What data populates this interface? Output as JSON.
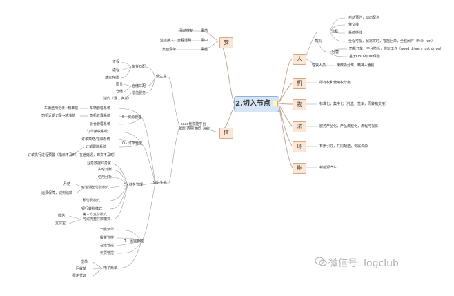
{
  "center": {
    "title": "2.切入节点"
  },
  "categories": {
    "an": "安",
    "xin": "信",
    "ren": "人",
    "ji": "机",
    "wu": "物",
    "fa": "法",
    "huan": "环",
    "neng": "能"
  },
  "an": {
    "items": [
      "事前",
      "事中",
      "事后"
    ],
    "details": [
      "事前控制",
      "监控接入，全程透明",
      "负面清单"
    ]
  },
  "ren": {
    "driver": "司机",
    "process": "流程",
    "process_items": [
      "自动预约，动态配点",
      "免交接",
      "系统持线",
      "全程可视，状态实时，智能回单，全程闭环（Milk run）"
    ],
    "operation": "经营",
    "operation_items": [
      "司机开车，平台揽活，游玩工作（good drivers just drive）",
      "基于OBD的UBI保险"
    ],
    "manager": "理货人员",
    "manager_item": "懒散协分离，精神+通勤"
  },
  "ji": {
    "item": "所有权和使用权分离"
  },
  "wu": {
    "item": "标准化，集中化（托盘，笼车，周转箱交接）"
  },
  "fa": {
    "item": "服务产品化，产品流程化，流程可视化"
  },
  "huan": {
    "item": "有序引导，共同配送，专属资源"
  },
  "neng": {
    "item": "新能源汽车"
  },
  "xin": {
    "saas": "saas化赋能平台",
    "saas_sub": "赋能 透明 协同 沉积",
    "stall": "做生意",
    "stall_children": {
      "vehicle_match": "车货匹配",
      "vehicle_items": [
        "正程",
        "返程",
        "基本存储"
      ],
      "warehouse": "仓储匹配",
      "warehouse_items": [
        "面仓",
        "仓储"
      ],
      "flow_service": "增值服务",
      "flow_items": [
        "逆向（退、换货）"
      ]
    },
    "doing_good": "做好生意",
    "s_resource": "S - 资源管理",
    "s_items": [
      "车辆管理系统",
      "司机管理系统",
      "云仓管理系统"
    ],
    "s_subs": [
      "车辆透明记录→精准前",
      "司机近期记录→精准前"
    ],
    "o_order": "O - 订单管理",
    "o_items": [
      "订单接收系统",
      "订单策略/指派系统",
      "订单跟踪系统"
    ],
    "o_sub": "订单执行过程预警（指派不及时，在途延迟，到货不及时）",
    "f_finance": "F - 财务管理",
    "f_items": [
      "业务数据财务化",
      "实时对账",
      "信用分析",
      "可追溯垫付款模式",
      "预付费模式",
      "银行转账模式",
      "可追溯垫付款模式"
    ],
    "f_subs": [
      "月结",
      "运费保障，减到结款"
    ],
    "f_third": "第三方支付模式",
    "f_third_items": [
      "微信",
      "支付宝"
    ],
    "t_transport": "T - 运输管理",
    "t_items": [
      "一键派单",
      "提货管控",
      "在途管控",
      "到货管控"
    ],
    "t_bills": "电子账单",
    "t_bills_items": [
      "提单",
      "回收单",
      "费用凭证"
    ]
  },
  "watermark": {
    "text": "微信号: logclub"
  }
}
